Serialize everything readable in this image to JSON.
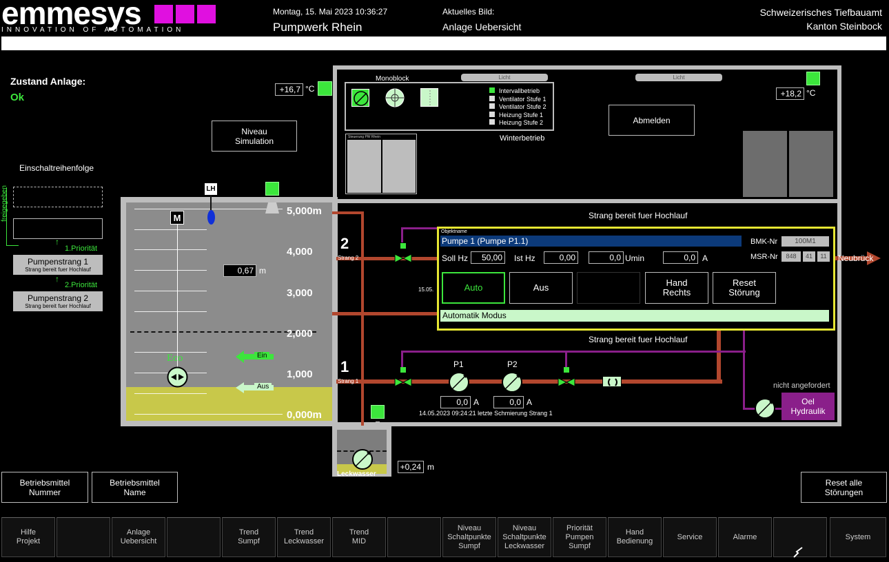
{
  "header": {
    "logo_text": "emmesys",
    "logo_tagline": "INNOVATION OF AUTOMATION",
    "datetime": "Montag, 15. Mai 2023 10:36:27",
    "station": "Pumpwerk Rhein",
    "current_label": "Aktuelles Bild:",
    "current_value": "Anlage Uebersicht",
    "org_line1": "Schweizerisches Tiefbauamt",
    "org_line2": "Kanton Steinbock"
  },
  "status": {
    "label": "Zustand Anlage:",
    "value": "Ok"
  },
  "temps": {
    "left": "+16,7",
    "right": "+18,2",
    "unit": "°C"
  },
  "buttons": {
    "niveau_sim": "Niveau\nSimulation",
    "abmelden": "Abmelden",
    "betriebsmittel_nummer": "Betriebsmittel\nNummer",
    "betriebsmittel_name": "Betriebsmittel\nName",
    "reset_alle": "Reset alle\nStörungen"
  },
  "sequence": {
    "title": "Einschaltreihenfolge",
    "freigegeben": "freigegeben",
    "prio1": "1.Priorität",
    "prio2": "2.Priorität",
    "strang1_name": "Pumpenstrang 1",
    "strang1_status": "Strang bereit fuer Hochlauf",
    "strang2_name": "Pumpenstrang 2",
    "strang2_status": "Strang bereit fuer Hochlauf"
  },
  "ventilation": {
    "title": "Monoblock",
    "light1": "Licht",
    "light2": "Licht",
    "legend": [
      "Intervallbetrieb",
      "Ventilator Stufe 1",
      "Ventilator Stufe 2",
      "Heizung Stufe 1",
      "Heizung Stufe 2"
    ],
    "legend_colors": [
      "#3ce63c",
      "#dddddd",
      "#dddddd",
      "#dddddd",
      "#dddddd"
    ],
    "mode": "Winterbetrieb",
    "cabinet_labels": "Steuerung  PW  Rhein"
  },
  "sump": {
    "levels": [
      "5,000m",
      "4,000",
      "3,000",
      "2,000",
      "1,000",
      "0,000m"
    ],
    "level_value": "0,67",
    "level_unit": "m",
    "lh": "LH",
    "m": "M",
    "eco": "Eco",
    "ein": "Ein",
    "aus": "Aus"
  },
  "strang2": {
    "number": "2",
    "label": "Strang 2",
    "status": "Strang bereit fuer Hochlauf",
    "date": "15.05."
  },
  "strang1": {
    "number": "1",
    "label": "Strang 1",
    "status": "Strang bereit fuer Hochlauf",
    "p1": "P1",
    "p2": "P2",
    "p1_current": "0,0",
    "p2_current": "0,0",
    "unit_a": "A",
    "schmierung": "14.05.2023 09:24:21 letzte Schmierung Strang 1"
  },
  "neubrueck": "Neubrück",
  "oil": {
    "status": "nicht angefordert",
    "label": "Oel\nHydraulik"
  },
  "leck": {
    "label": "Leckwasser",
    "value": "+0,24",
    "unit": "m"
  },
  "popup": {
    "objname_label": "Objektname",
    "title": "Pumpe 1 (Pumpe P1.1)",
    "bmk_label": "BMK-Nr",
    "bmk_value": "100M1",
    "msr_label": "MSR-Nr",
    "msr_values": [
      "848",
      "41",
      "11"
    ],
    "soll_label": "Soll Hz",
    "soll_value": "50,00",
    "ist_label": "Ist Hz",
    "ist_value": "0,00",
    "umin_value": "0,0",
    "umin_label": "Umin",
    "amp_value": "0,0",
    "amp_label": "A",
    "btn_auto": "Auto",
    "btn_aus": "Aus",
    "btn_hand": "Hand\nRechts",
    "btn_reset": "Reset\nStörung",
    "mode": "Automatik Modus"
  },
  "footer": [
    "Hilfe\nProjekt",
    "",
    "Anlage\nUebersicht",
    "",
    "Trend\nSumpf",
    "Trend\nLeckwasser",
    "Trend\nMID",
    "",
    "Niveau\nSchaltpunkte\nSumpf",
    "Niveau\nSchaltpunkte\nLeckwasser",
    "Priorität\nPumpen\nSumpf",
    "Hand\nBedienung",
    "Service",
    "Alarme",
    "",
    "System"
  ]
}
